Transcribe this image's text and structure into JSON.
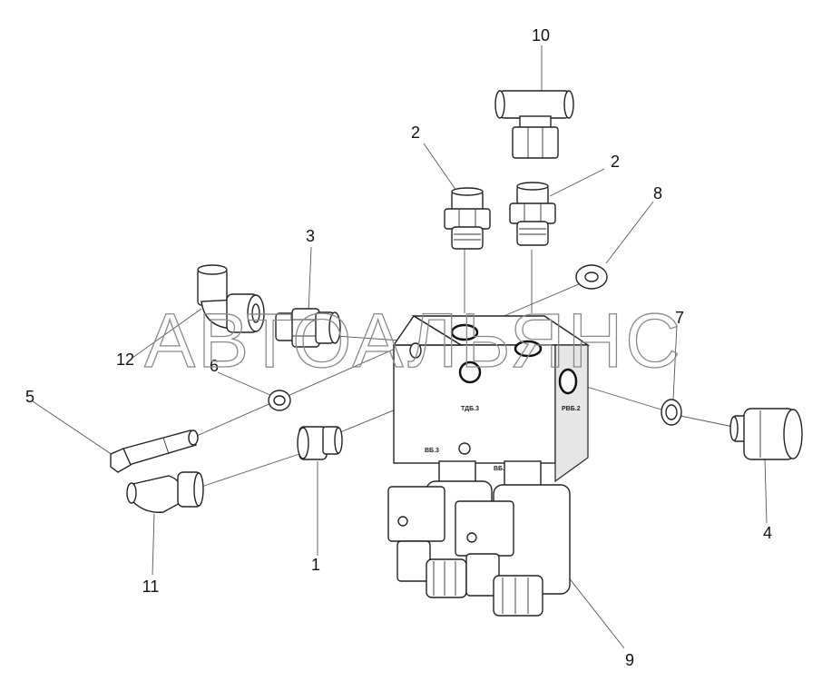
{
  "diagram": {
    "callouts": [
      "1",
      "2",
      "2",
      "3",
      "4",
      "5",
      "6",
      "7",
      "8",
      "9",
      "10",
      "11",
      "12"
    ],
    "block_marks": [
      "ТДБ.3",
      "РВБ.2",
      "ВБ.3",
      "ВБ.2"
    ],
    "watermark": "АВТОАЛЬЯНС"
  }
}
